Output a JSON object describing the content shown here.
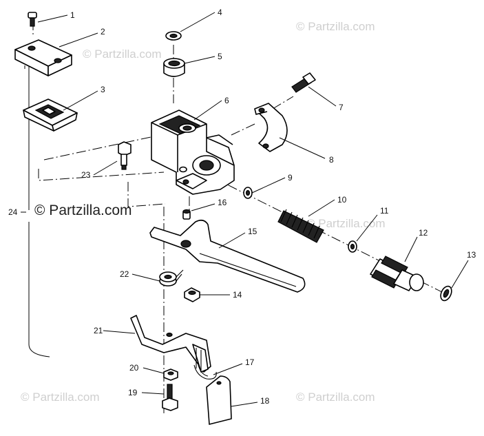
{
  "watermarks": {
    "main": "© Partzilla.com",
    "faint": "© Partzilla.com"
  },
  "callouts": [
    {
      "id": "1",
      "label": "1"
    },
    {
      "id": "2",
      "label": "2"
    },
    {
      "id": "3",
      "label": "3"
    },
    {
      "id": "4",
      "label": "4"
    },
    {
      "id": "5",
      "label": "5"
    },
    {
      "id": "6",
      "label": "6"
    },
    {
      "id": "7",
      "label": "7"
    },
    {
      "id": "8",
      "label": "8"
    },
    {
      "id": "9",
      "label": "9"
    },
    {
      "id": "10",
      "label": "10"
    },
    {
      "id": "11",
      "label": "11"
    },
    {
      "id": "12",
      "label": "12"
    },
    {
      "id": "13",
      "label": "13"
    },
    {
      "id": "14",
      "label": "14"
    },
    {
      "id": "15",
      "label": "15"
    },
    {
      "id": "16",
      "label": "16"
    },
    {
      "id": "17",
      "label": "17"
    },
    {
      "id": "18",
      "label": "18"
    },
    {
      "id": "19",
      "label": "19"
    },
    {
      "id": "20",
      "label": "20"
    },
    {
      "id": "21",
      "label": "21"
    },
    {
      "id": "22",
      "label": "22"
    },
    {
      "id": "23",
      "label": "23"
    },
    {
      "id": "24",
      "label": "24"
    }
  ],
  "colors": {
    "line": "#000000",
    "watermark": "#cfcfcf",
    "background": "#ffffff"
  }
}
